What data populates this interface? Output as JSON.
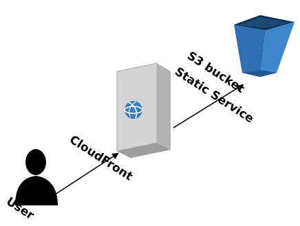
{
  "nodes": {
    "user": {
      "label": "User",
      "icon": "user-silhouette-icon"
    },
    "cloudfront": {
      "label": "CloudFront",
      "icon": "cloudfront-server-icon"
    },
    "s3": {
      "label_line1": "S3 bucket",
      "label_line2": "Static Service",
      "icon": "s3-bucket-icon"
    }
  },
  "colors": {
    "bucket_top": "#2f73b6",
    "bucket_front": "#2d6fb1",
    "bucket_side": "#3e86cc",
    "bucket_dark": "#0e2e4f",
    "server_front": "#d4d4d4",
    "server_side": "#b2b2b2",
    "globe": "#3a7dc0",
    "connector": "#000000"
  }
}
